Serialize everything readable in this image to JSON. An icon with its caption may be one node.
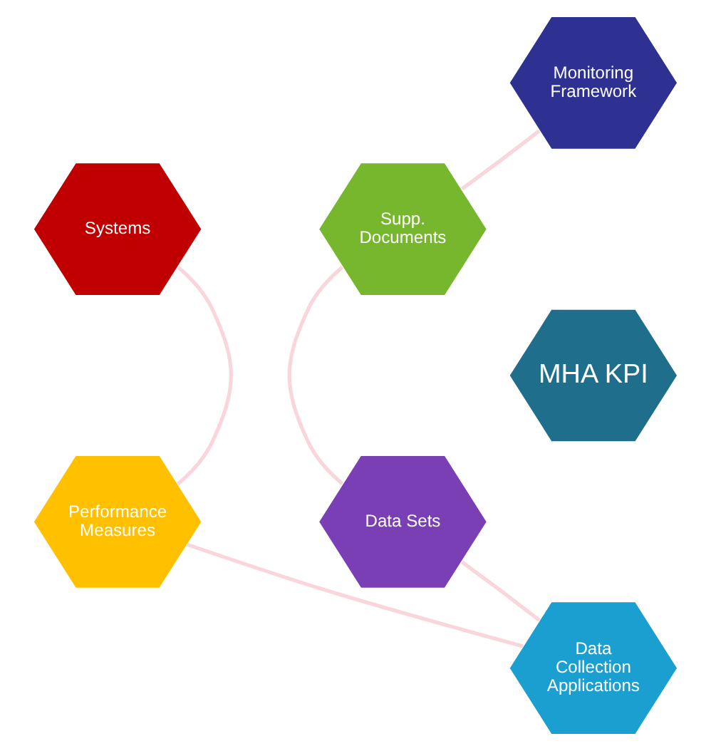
{
  "diagram": {
    "nodes": [
      {
        "text": [
          "Monitoring Framework"
        ]
      },
      {
        "text": [
          "Systems"
        ]
      },
      {
        "text": [
          "Supp. Documents"
        ]
      },
      {
        "text": [
          "MHA KPI"
        ]
      },
      {
        "text": [
          "Performance Measures"
        ]
      },
      {
        "text": [
          "Data Sets"
        ]
      },
      {
        "text": [
          "Data Collection Applications"
        ]
      }
    ],
    "edges": [
      {
        "from": 0,
        "to": 2,
        "arrow": "none"
      },
      {
        "from": 2,
        "to": 5,
        "arrow": "none"
      },
      {
        "from": 5,
        "to": 6,
        "arrow": "none"
      },
      {
        "from": 6,
        "to": 4,
        "arrow": "none"
      },
      {
        "from": 4,
        "to": 1,
        "arrow": "none"
      }
    ]
  }
}
